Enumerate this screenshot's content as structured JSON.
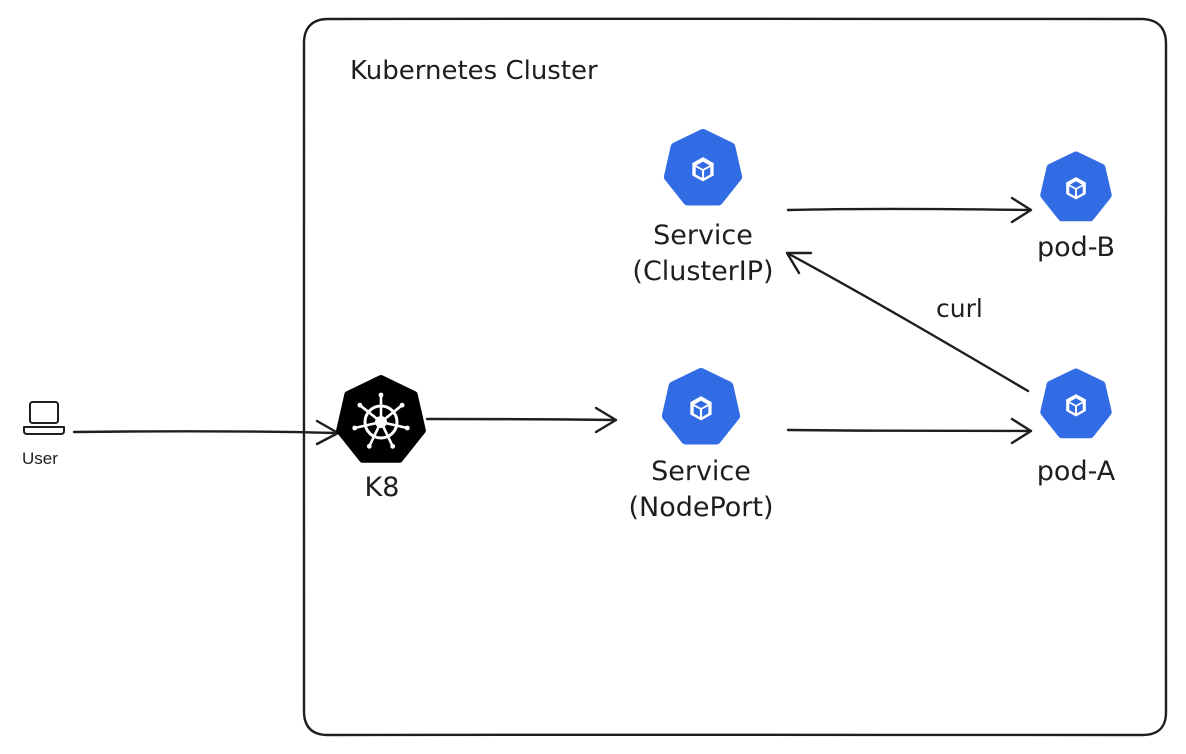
{
  "cluster": {
    "title": "Kubernetes Cluster"
  },
  "nodes": {
    "user": {
      "label": "User",
      "icon": "laptop-icon"
    },
    "k8": {
      "label": "K8",
      "icon": "kubernetes-helm-icon"
    },
    "service_nodeport": {
      "label_line1": "Service",
      "label_line2": "(NodePort)",
      "icon": "cube-icon"
    },
    "service_clusterip": {
      "label_line1": "Service",
      "label_line2": "(ClusterIP)",
      "icon": "cube-icon"
    },
    "pod_a": {
      "label": "pod-A",
      "icon": "cube-icon"
    },
    "pod_b": {
      "label": "pod-B",
      "icon": "cube-icon"
    }
  },
  "edges": {
    "curl": {
      "label": "curl"
    }
  },
  "colors": {
    "k8s_blue": "#326ce5",
    "k8_black": "#000000",
    "stroke": "#1e1e1e"
  }
}
